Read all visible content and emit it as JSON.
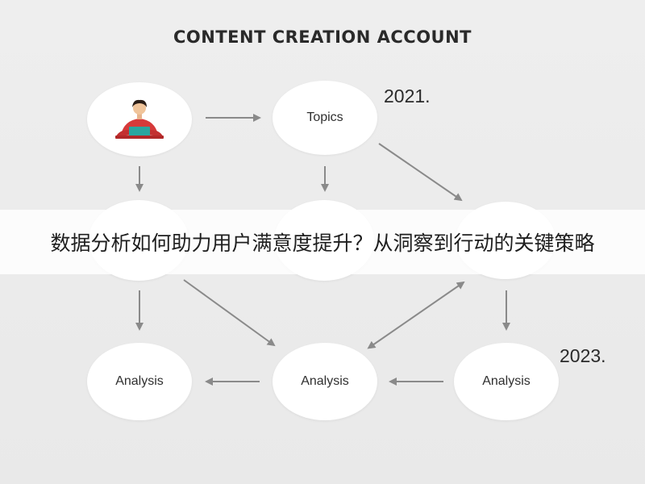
{
  "diagram": {
    "title": "CONTENT CREATION ACCOUNT",
    "year_top": "2021.",
    "year_bottom": "2023.",
    "nodes": {
      "topics": "Topics",
      "analysis_left": "Analysis",
      "analysis_middle": "Analysis",
      "analysis_right": "Analysis"
    },
    "icons": {
      "person": "person-at-desk-icon"
    },
    "colors": {
      "arrow": "#8a8a8a",
      "node_fill": "#ffffff",
      "background": "#ececec",
      "person_shirt": "#d63a3a",
      "person_desk": "#2aa6a0"
    }
  },
  "banner": {
    "text": "数据分析如何助力用户满意度提升？从洞察到行动的关键策略"
  }
}
